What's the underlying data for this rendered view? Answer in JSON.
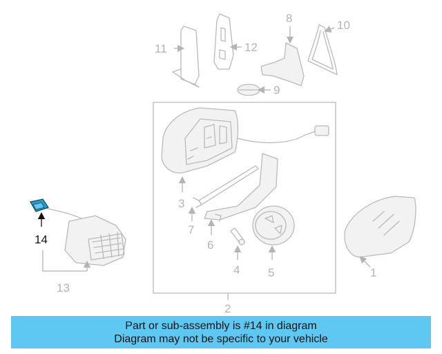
{
  "callouts": {
    "c1": "1",
    "c2": "2",
    "c3": "3",
    "c4": "4",
    "c5": "5",
    "c6": "6",
    "c7": "7",
    "c8": "8",
    "c9": "9",
    "c10": "10",
    "c11": "11",
    "c12": "12",
    "c13": "13",
    "c14": "14"
  },
  "highlighted_part": "14",
  "colors": {
    "banner": "#5ec8f2",
    "highlight": "#2a9cc4",
    "part_line": "#b9b9b9"
  },
  "banner": {
    "line1": "Part or sub-assembly is #14 in diagram",
    "line2": "Diagram may not be specific to your vehicle"
  }
}
